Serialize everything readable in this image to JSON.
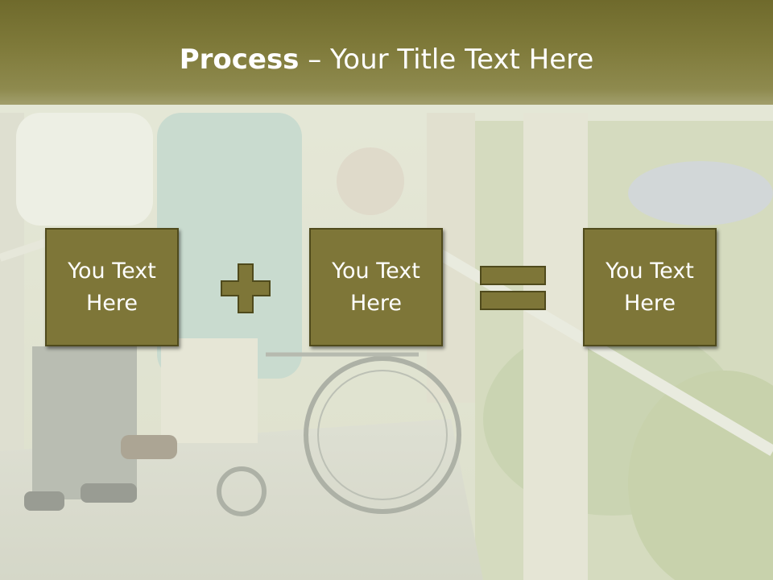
{
  "slide": {
    "title_bold": "Process",
    "title_rest": " – Your Title Text Here"
  },
  "boxes": [
    {
      "text": "You Text\nHere"
    },
    {
      "text": "You Text\nHere"
    },
    {
      "text": "You Text\nHere"
    }
  ],
  "operators": [
    "plus-icon",
    "equals-icon"
  ],
  "colors": {
    "title_band": "#7f7a3a",
    "box_fill": "#7e7638",
    "box_border": "#4f4a1c",
    "text": "#ffffff"
  }
}
